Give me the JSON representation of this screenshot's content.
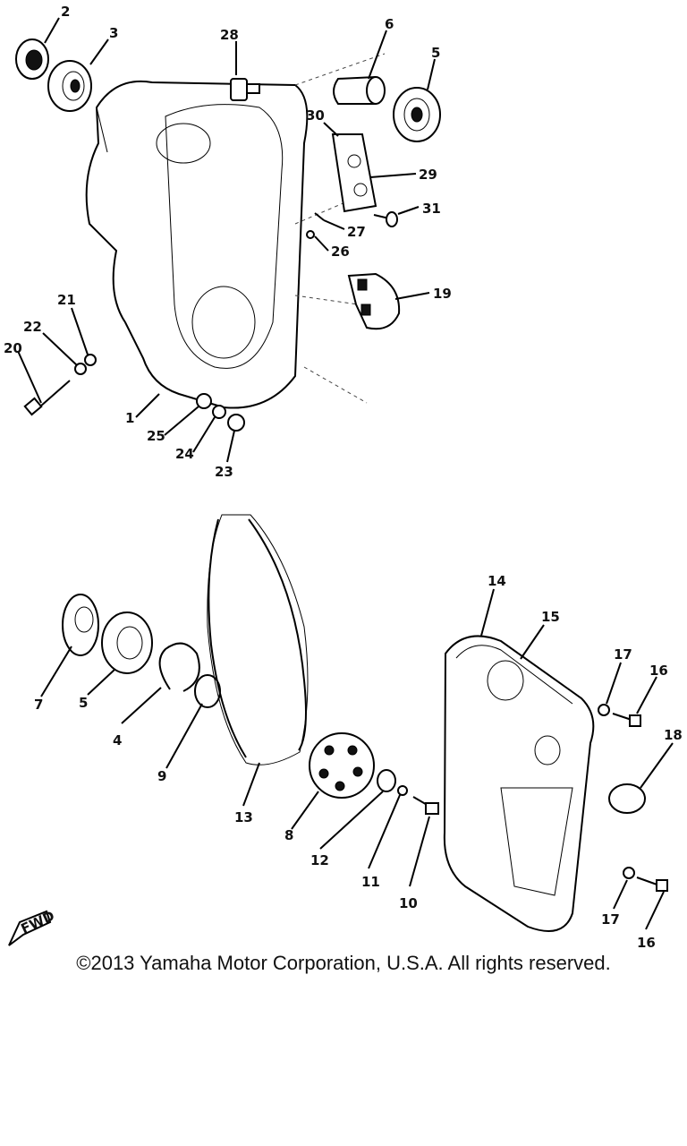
{
  "callouts": {
    "c1": "1",
    "c2": "2",
    "c3": "3",
    "c4": "4",
    "c5a": "5",
    "c5b": "5",
    "c6": "6",
    "c7": "7",
    "c8": "8",
    "c9": "9",
    "c10": "10",
    "c11": "11",
    "c12": "12",
    "c13": "13",
    "c14": "14",
    "c15": "15",
    "c16a": "16",
    "c16b": "16",
    "c17a": "17",
    "c17b": "17",
    "c18": "18",
    "c19": "19",
    "c20": "20",
    "c21": "21",
    "c22": "22",
    "c23": "23",
    "c24": "24",
    "c25": "25",
    "c26": "26",
    "c27": "27",
    "c28": "28",
    "c29": "29",
    "c30": "30",
    "c31": "31"
  },
  "fwd_label": "FWD",
  "copyright": "©2013 Yamaha Motor Corporation, U.S.A. All rights reserved."
}
